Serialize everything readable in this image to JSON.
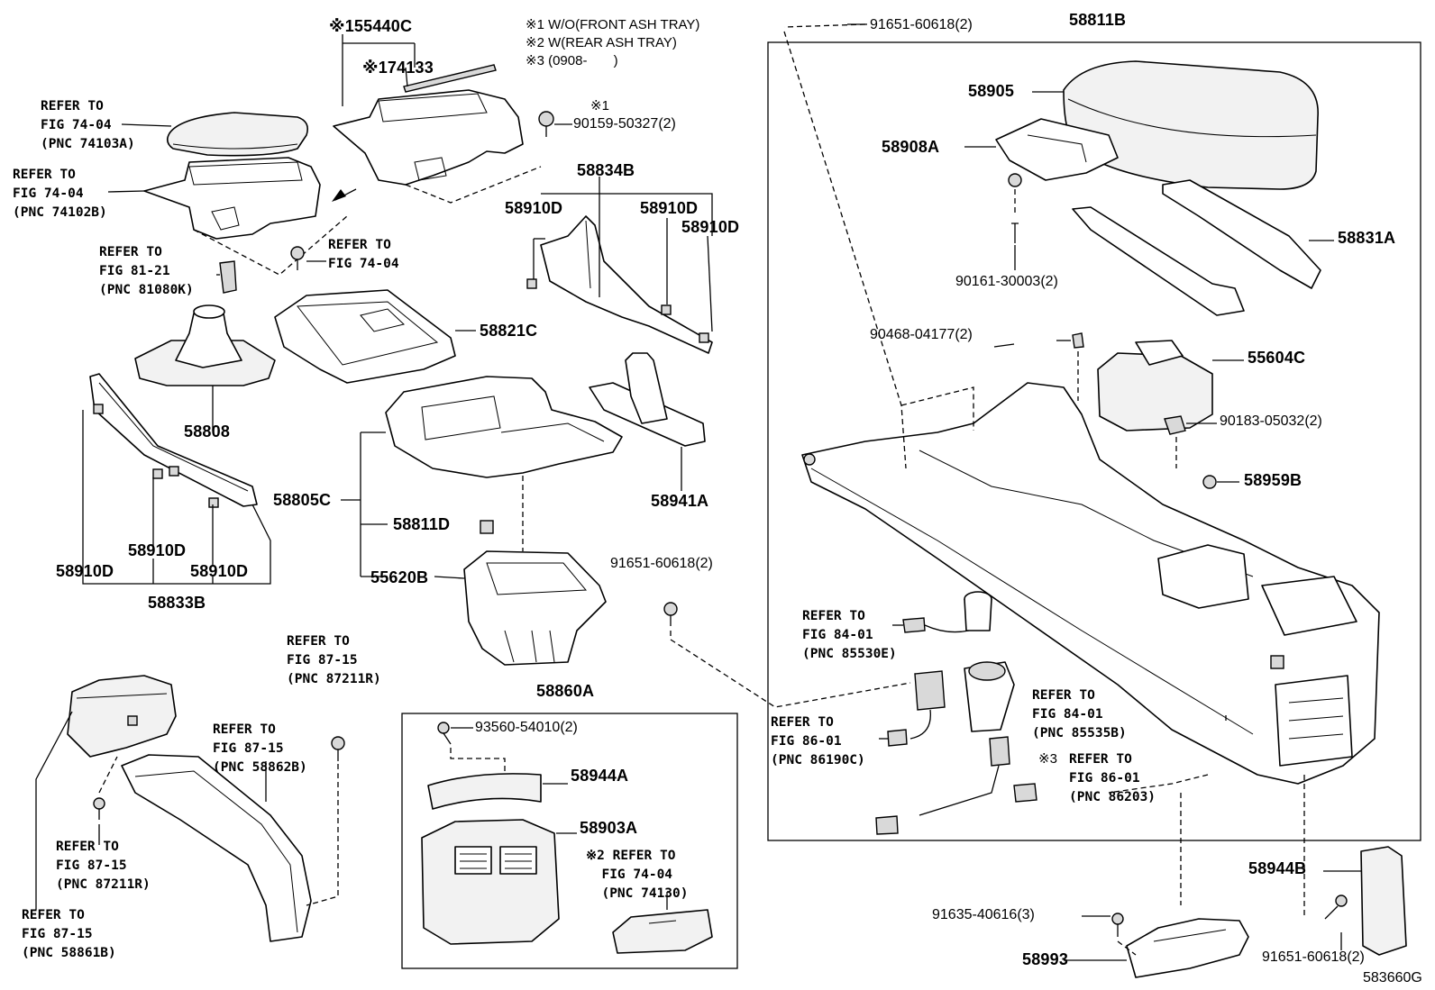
{
  "notes": {
    "line1": "※1 W/O(FRONT ASH TRAY)",
    "line2": "※2 W(REAR ASH TRAY)",
    "line3": "※3 (0908-       )"
  },
  "parts": {
    "p55440C": "※155440C",
    "p74133": "※174133",
    "p90159": "90159-50327(2)",
    "p90159_mark": "※1",
    "p58834B": "58834B",
    "p58910D_a": "58910D",
    "p58910D_b": "58910D",
    "p58910D_c": "58910D",
    "p58910D_d": "58910D",
    "p58910D_e": "58910D",
    "p58910D_f": "58910D",
    "p58821C": "58821C",
    "p58808": "58808",
    "p58805C": "58805C",
    "p58811D": "58811D",
    "p55620B": "55620B",
    "p58941A": "58941A",
    "p58833B": "58833B",
    "p91651_mid": "91651-60618(2)",
    "p58860A": "58860A",
    "p93560": "93560-54010(2)",
    "p58944A": "58944A",
    "p58903A": "58903A",
    "p91651_top": "91651-60618(2)",
    "p58811B": "58811B",
    "p58905": "58905",
    "p58908A": "58908A",
    "p58831A": "58831A",
    "p90161": "90161-30003(2)",
    "p90468": "90468-04177(2)",
    "p55604C": "55604C",
    "p90183": "90183-05032(2)",
    "p58959B": "58959B",
    "p58944B": "58944B",
    "p91635": "91635-40616(3)",
    "p58993": "58993",
    "p91651_bot": "91651-60618(2)",
    "p3mark": "※3"
  },
  "refs": {
    "r74103A": "REFER TO\nFIG 74-04\n(PNC 74103A)",
    "r74102B": "REFER TO\nFIG 74-04\n(PNC 74102B)",
    "r81080K": "REFER TO\nFIG 81-21\n(PNC 81080K)",
    "r7404": "REFER TO\nFIG 74-04",
    "r87211R_top": "REFER TO\nFIG 87-15\n(PNC 87211R)",
    "r58862B": "REFER TO\nFIG 87-15\n(PNC 58862B)",
    "r87211R_bot": "REFER TO\nFIG 87-15\n(PNC 87211R)",
    "r58861B": "REFER TO\nFIG 87-15\n(PNC 58861B)",
    "r74130": "※2 REFER TO\n  FIG 74-04\n  (PNC 74130)",
    "r85530E": "REFER TO\nFIG 84-01\n(PNC 85530E)",
    "r85535B": "REFER TO\nFIG 84-01\n(PNC 85535B)",
    "r86190C": "REFER TO\nFIG 86-01\n(PNC 86190C)",
    "r86203": "REFER TO\nFIG 86-01\n(PNC 86203)"
  },
  "diagram_code": "583660G"
}
